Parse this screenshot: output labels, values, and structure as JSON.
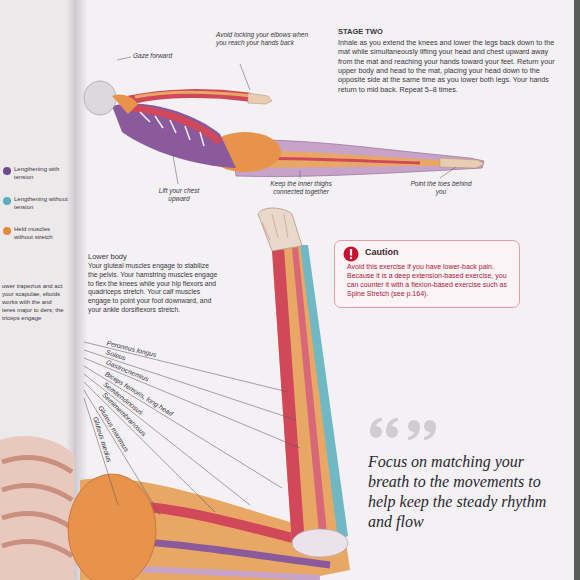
{
  "diagram": {
    "nodes": [
      {
        "text": [
          "Caution",
          "Avoid this exercise if you have lower-back pain. Because it is a deep extension-based exercise, you can counter it with a flexion-based exercise such as Spine Stretch (see p.164)."
        ]
      }
    ],
    "labels": [
      "Gaze forward",
      "Avoid locking your elbows when you reach your hands back",
      "STAGE TWO",
      "Inhale as you extend the knees and lower the legs back down to the mat while simultaneously lifting your head and chest upward away from the mat and reaching your hands toward your feet. Return your upper body and head to the mat, placing your head down to the opposite side at the same time as you lower both legs. Your hands return to mid back. Repeat 5–8 times.",
      "Lift your chest upward",
      "Keep the inner thighs connected together",
      "Point the toes behind you",
      "Lower body",
      "Your gluteal muscles engage to stabilize the pelvis. Your hamstring muscles engage to flex the knees while your hip flexors and quadriceps stretch. Your calf muscles engage to point your foot downward, and your ankle dorsiflexors stretch.",
      "ower trapezius and act your scapulae, eltoids works with the and teres major to ders; the triceps engage",
      "Peroneus longus",
      "Soleus",
      "Gastrocnemius",
      "Biceps femoris, long head",
      "Semitendinosus",
      "Semimembranosus",
      "Gluteus maximus",
      "Gluteus medius",
      "Focus on matching your breath to the movements to help keep the steady rhythm and flow"
    ],
    "legend": [
      {
        "text": "Lengthening with tension",
        "color": "#6e4a8a"
      },
      {
        "text": "Lengthening without tension",
        "color": "#58aebd"
      },
      {
        "text": "Held muscles without stretch",
        "color": "#e2893a"
      }
    ]
  }
}
